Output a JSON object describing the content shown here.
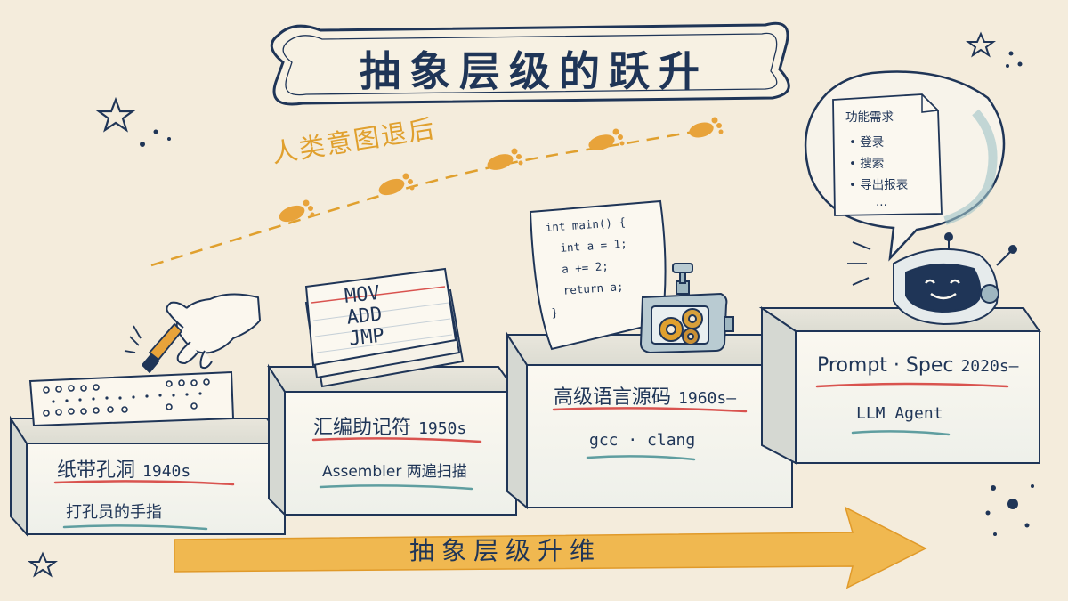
{
  "title": "抽象层级的跃升",
  "intent_label": "人类意图退后",
  "steps": [
    {
      "title": "纸带孔洞",
      "year": "1940s",
      "subtitle": "打孔员的手指"
    },
    {
      "title": "汇编助记符",
      "year": "1950s",
      "subtitle": "Assembler 两遍扫描"
    },
    {
      "title": "高级语言源码",
      "year": "1960s–",
      "subtitle": "gcc · clang"
    },
    {
      "title": "Prompt · Spec",
      "year": "2020s–",
      "subtitle": "LLM Agent"
    }
  ],
  "assembly_card": {
    "lines": [
      "MOV",
      "ADD",
      "JMP"
    ]
  },
  "code_card": {
    "lines": [
      "int main() {",
      "  int a = 1;",
      "  a += 2;",
      "  return a;",
      "}"
    ]
  },
  "spec_bubble": {
    "title": "功能需求",
    "items": [
      "• 登录",
      "• 搜索",
      "• 导出报表",
      "..."
    ]
  },
  "arrow_label": "抽象层级升维",
  "colors": {
    "ink": "#1f3557",
    "accent_orange": "#e0a02e",
    "underline_red": "#d9534f",
    "underline_teal": "#5f9ea0",
    "paper": "#f4ecdc"
  },
  "icons": [
    "star-icon",
    "footprint-icon",
    "hand-icon",
    "gear-icon",
    "robot-icon",
    "speech-bubble-icon"
  ]
}
